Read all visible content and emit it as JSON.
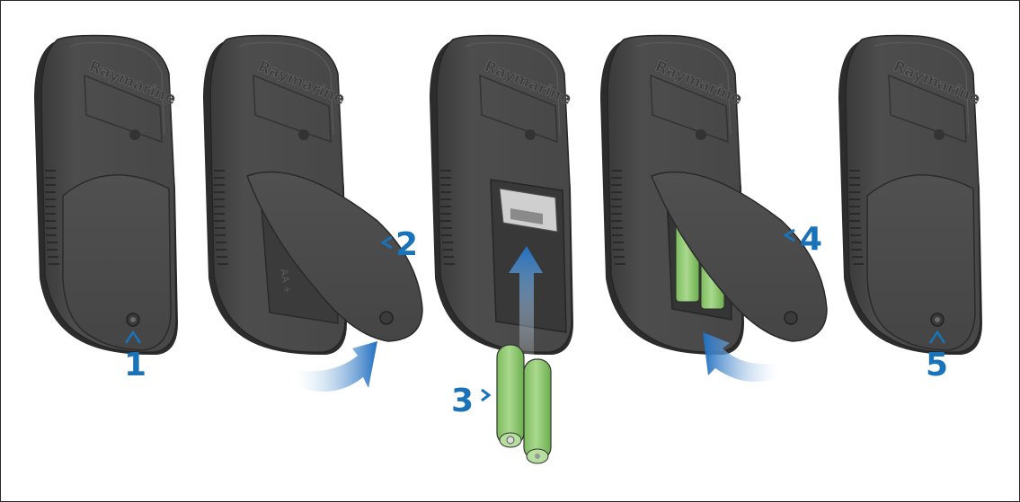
{
  "brand_label": "Raymarine",
  "steps": [
    {
      "number": "1"
    },
    {
      "number": "2"
    },
    {
      "number": "3"
    },
    {
      "number": "4"
    },
    {
      "number": "5"
    }
  ],
  "colors": {
    "body": "#4a4a4a",
    "body_dark": "#2f2f2f",
    "body_edge": "#5e5e5e",
    "step_blue": "#1a73b8",
    "battery_green": "#8cc56b",
    "border": "#2a2a2a"
  },
  "icons": [
    "screw-icon",
    "rotate-arrow-icon",
    "insert-arrow-icon",
    "battery-icon"
  ]
}
